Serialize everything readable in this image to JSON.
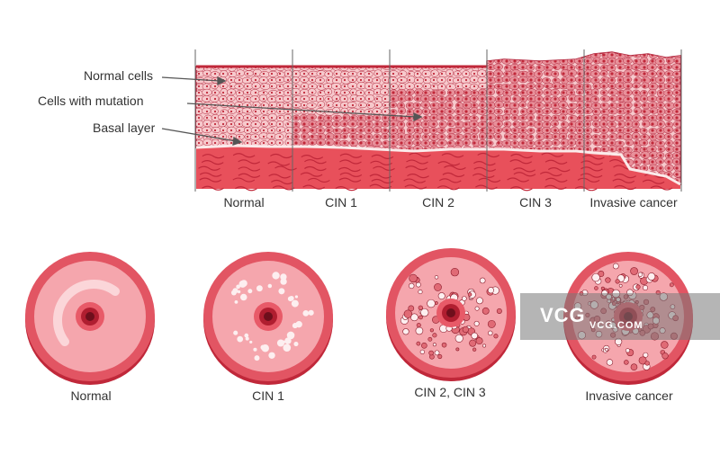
{
  "labels": {
    "normal_cells": "Normal cells",
    "cells_with_mutation": "Cells with mutation",
    "basal_layer": "Basal layer"
  },
  "stages": [
    "Normal",
    "CIN 1",
    "CIN 2",
    "CIN 3",
    "Invasive cancer"
  ],
  "circles": [
    "Normal",
    "CIN 1",
    "CIN 2, CIN 3",
    "Invasive cancer"
  ],
  "watermark": {
    "logo": "VCG",
    "text": "VCG.COM"
  },
  "colors": {
    "stroma": "#e8505b",
    "epithelium_light": "#f7c9cc",
    "epithelium_dark": "#e8909a",
    "nucleus": "#c0283a",
    "outline": "#b0233a",
    "basal_white": "#fbeaea",
    "circle_outer": "#e25563",
    "circle_inner": "#f5a6ad"
  }
}
